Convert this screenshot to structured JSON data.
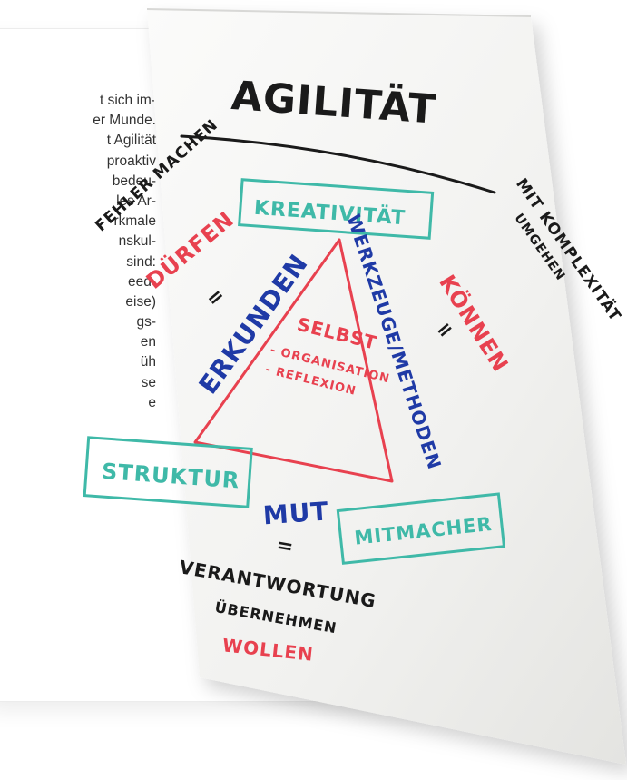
{
  "background_text": {
    "lines": [
      "t sich im-",
      "er Munde.",
      "t Agilität",
      "proaktiv",
      "bedeu-",
      "les Ar-",
      "rkmale",
      "nskul-",
      "sind:",
      "eed-",
      "eise)",
      "gs-",
      "en",
      "üh",
      "se",
      "e"
    ]
  },
  "flipchart": {
    "title": "AGILITÄT",
    "top_box": "KREATIVITÄT",
    "triangle_left": "ERKUNDEN",
    "triangle_right": "WERKZEUGE/METHODEN",
    "triangle_center_title": "SELBST",
    "triangle_center_items": [
      "- ORGANISATION",
      "- REFLEXION"
    ],
    "left_note_top": "FEHLER MACHEN",
    "left_note_red": "DÜRFEN",
    "left_equals": "=",
    "right_note_top": "MIT KOMPLEXITÄT UMGEHEN",
    "right_note_red": "KÖNNEN",
    "right_equals": "=",
    "box_left": "STRUKTUR",
    "box_right": "MITMACHER",
    "center_bottom": "MUT",
    "center_equals": "=",
    "bottom_line1": "VERANTWORTUNG",
    "bottom_line2": "ÜBERNEHMEN",
    "bottom_red": "WOLLEN"
  },
  "colors": {
    "black_marker": "#1a1a1a",
    "teal_marker": "#3fb9a8",
    "red_marker": "#e8414f",
    "blue_marker": "#1f3aa6",
    "paper": "#f4f4f2"
  }
}
